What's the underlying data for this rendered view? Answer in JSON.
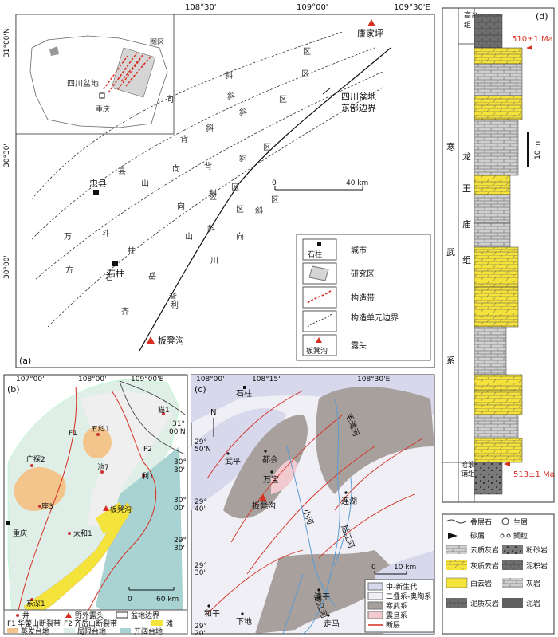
{
  "panel_a": {
    "label": "(a)",
    "top_ticks": [
      "108°30'",
      "109°00'",
      "109°30'E"
    ],
    "left_ticks": [
      "31°00'N",
      "30°30'",
      "30°00'"
    ],
    "place_kangjiaping": "康家坪",
    "place_zhongxian": "忠县",
    "place_shizhu": "石柱",
    "place_bandenggou": "板凳沟",
    "basin_boundary_label_line1": "四川盆地",
    "basin_boundary_label_line2": "东部边界",
    "scale_left": "0",
    "scale_right": "40 km",
    "inset_title": "图区",
    "inset_basin": "四川盆地",
    "inset_chongqing": "重庆",
    "belt1_chars": [
      "斜",
      "区",
      "斜",
      "区",
      "区",
      "斜",
      "区"
    ],
    "belt_wanxian": [
      "万",
      "县",
      "向",
      "背",
      "斜"
    ],
    "belt_fangdou": [
      "方",
      "斗",
      "山",
      "背",
      "斜",
      "区",
      "向"
    ],
    "belt_shizhu": [
      "石",
      "柱",
      "向",
      "斜",
      "区"
    ],
    "belt_qiyue": [
      "齐",
      "岳",
      "山",
      "背",
      "斜",
      "区"
    ],
    "belt_lichuan": [
      "利",
      "川",
      "向",
      "斜",
      "区"
    ],
    "legend": [
      {
        "symbol": "石柱",
        "label": "城市"
      },
      {
        "symbol": "",
        "label": "研究区"
      },
      {
        "symbol": "",
        "label": "构造带"
      },
      {
        "symbol": "",
        "label": "构造单元边界"
      },
      {
        "symbol": "板凳沟",
        "label": "露头"
      }
    ]
  },
  "panel_b": {
    "label": "(b)",
    "top_ticks": [
      "107°00'",
      "108°00'",
      "109°00'E"
    ],
    "right_ticks": [
      "31°",
      "00'N",
      "30°",
      "30'",
      "30°",
      "00'",
      "29°",
      "30'"
    ],
    "wells": [
      "五科1",
      "广探2",
      "座3",
      "池7",
      "利1",
      "太和1",
      "东深1",
      "猫1"
    ],
    "place_chongqing": "重庆",
    "place_bandenggou": "板凳沟",
    "faults": [
      "F1",
      "F2"
    ],
    "scale_left": "0",
    "scale_right": "60 km",
    "legend": [
      {
        "label": "井"
      },
      {
        "label": "野外露头"
      },
      {
        "label": "盆地边界"
      },
      {
        "code": "F1",
        "label": "华蓥山断裂带"
      },
      {
        "code": "F2",
        "label": "齐岳山断裂带"
      },
      {
        "label": "滩"
      },
      {
        "label": "蒸发台地"
      },
      {
        "label": "局限台地"
      },
      {
        "label": "开阔台地"
      }
    ]
  },
  "panel_c": {
    "label": "(c)",
    "top_ticks": [
      "108°00'",
      "108°15'",
      "108°30'E"
    ],
    "left_ticks": [
      "29°",
      "50'N",
      "29°",
      "40'",
      "29°",
      "30'",
      "29°",
      "20'"
    ],
    "places": [
      "石柱",
      "武平",
      "都会",
      "万宝",
      "板凳沟",
      "连湖",
      "和平",
      "下地",
      "走马",
      "清平"
    ],
    "rivers": [
      "毛滩河",
      "小河",
      "后江河",
      "龙江河"
    ],
    "scale_left": "0",
    "scale_right": "10 km",
    "legend": [
      {
        "label": "中-新生代"
      },
      {
        "label": "二叠系-奥陶系"
      },
      {
        "label": "寒武系"
      },
      {
        "label": "震旦系"
      },
      {
        "label": "断层"
      }
    ]
  },
  "panel_d": {
    "label": "(d)",
    "formation_top": "高台组",
    "system": [
      "寒",
      "武",
      "系"
    ],
    "formation_main": [
      "龙",
      "王",
      "庙",
      "组"
    ],
    "formation_bottom": "沧浪铺组",
    "age_top": "510±1 Ma",
    "age_bottom": "513±1 Ma",
    "scale": "10 m",
    "legend": [
      {
        "label": "叠层石"
      },
      {
        "label": "生屑"
      },
      {
        "label": "砂屑"
      },
      {
        "label": "鲕粒"
      },
      {
        "label": "云质灰岩"
      },
      {
        "label": "粉砂岩"
      },
      {
        "label": "灰质云岩"
      },
      {
        "label": "泥积岩"
      },
      {
        "label": "白云岩"
      },
      {
        "label": "灰岩"
      },
      {
        "label": "泥质灰岩"
      },
      {
        "label": "泥岩"
      }
    ]
  },
  "colors": {
    "dolomite_yellow": "#f5e23a",
    "limestone_grey": "#c9c9c9",
    "cambrian_grey": "#a7a09d",
    "mesozoic_lilac": "#d8d8ec",
    "permian_white": "#efeff5",
    "sinian_pink": "#f2c9cf",
    "fault_red": "#d62e1f",
    "river_blue": "#5a9bd4",
    "evap_orange": "#f3c48b",
    "restricted_mint": "#dfeee7",
    "open_teal": "#a9d3d2",
    "shoal_yellow": "#f3e33b"
  }
}
